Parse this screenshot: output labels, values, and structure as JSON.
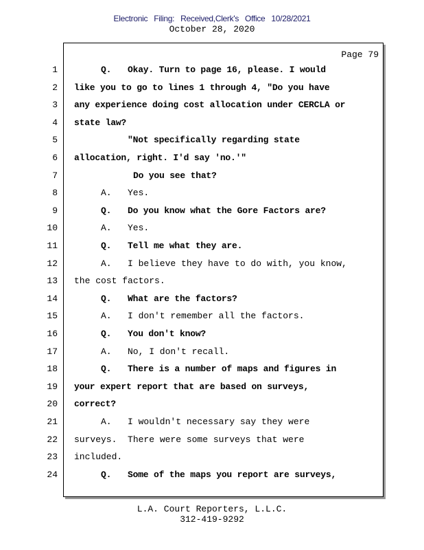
{
  "header": {
    "filing": "Electronic   Filing:  Received,Clerk's   Office  10/28/2021",
    "date": "October 28, 2020"
  },
  "page_label": "Page 79",
  "lines": [
    {
      "n": "1",
      "q": true,
      "indent": 1,
      "label": "Q.",
      "text": "Okay. Turn to page 16, please. I would"
    },
    {
      "n": "2",
      "q": true,
      "indent": 0,
      "label": "",
      "text": "like you to go to lines 1 through 4, \"Do you have"
    },
    {
      "n": "3",
      "q": true,
      "indent": 0,
      "label": "",
      "text": "any experience doing cost allocation under CERCLA or"
    },
    {
      "n": "4",
      "q": true,
      "indent": 0,
      "label": "",
      "text": "state law?"
    },
    {
      "n": "5",
      "q": true,
      "indent": 2,
      "label": "",
      "text": "\"Not specifically regarding state"
    },
    {
      "n": "6",
      "q": true,
      "indent": 0,
      "label": "",
      "text": "allocation, right. I'd say 'no.'\""
    },
    {
      "n": "7",
      "q": true,
      "indent": 3,
      "label": "",
      "text": "Do you see that?"
    },
    {
      "n": "8",
      "q": false,
      "indent": 1,
      "label": "A.",
      "text": "Yes."
    },
    {
      "n": "9",
      "q": true,
      "indent": 1,
      "label": "Q.",
      "text": "Do you know what the Gore Factors are?"
    },
    {
      "n": "10",
      "q": false,
      "indent": 1,
      "label": "A.",
      "text": "Yes."
    },
    {
      "n": "11",
      "q": true,
      "indent": 1,
      "label": "Q.",
      "text": "Tell me what they are."
    },
    {
      "n": "12",
      "q": false,
      "indent": 1,
      "label": "A.",
      "text": "I believe they have to do with, you know,"
    },
    {
      "n": "13",
      "q": false,
      "indent": 0,
      "label": "",
      "text": "the cost factors."
    },
    {
      "n": "14",
      "q": true,
      "indent": 1,
      "label": "Q.",
      "text": "What are the factors?"
    },
    {
      "n": "15",
      "q": false,
      "indent": 1,
      "label": "A.",
      "text": "I don't remember all the factors."
    },
    {
      "n": "16",
      "q": true,
      "indent": 1,
      "label": "Q.",
      "text": "You don't know?"
    },
    {
      "n": "17",
      "q": false,
      "indent": 1,
      "label": "A.",
      "text": "No, I don't recall."
    },
    {
      "n": "18",
      "q": true,
      "indent": 1,
      "label": "Q.",
      "text": "There is a number of maps and figures in"
    },
    {
      "n": "19",
      "q": true,
      "indent": 0,
      "label": "",
      "text": "your expert report that are based on surveys,"
    },
    {
      "n": "20",
      "q": true,
      "indent": 0,
      "label": "",
      "text": "correct?"
    },
    {
      "n": "21",
      "q": false,
      "indent": 1,
      "label": "A.",
      "text": "I wouldn't necessary say they were"
    },
    {
      "n": "22",
      "q": false,
      "indent": 0,
      "label": "",
      "text": "surveys.  There were some surveys that were"
    },
    {
      "n": "23",
      "q": false,
      "indent": 0,
      "label": "",
      "text": "included."
    },
    {
      "n": "24",
      "q": true,
      "indent": 1,
      "label": "Q.",
      "text": "Some of the maps you report are surveys,"
    }
  ],
  "footer": {
    "company": "L.A. Court Reporters, L.L.C.",
    "phone": "312-419-9292"
  }
}
